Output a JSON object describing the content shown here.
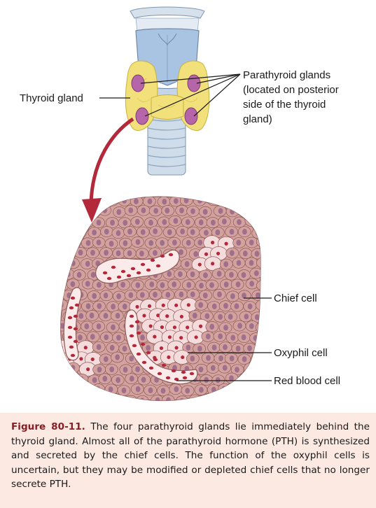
{
  "labels": {
    "thyroid_gland": "Thyroid gland",
    "parathyroid_lines": [
      "Parathyroid glands",
      "(located on posterior",
      "side of the thyroid",
      "gland)"
    ],
    "chief_cell": "Chief cell",
    "oxyphil_cell": "Oxyphil cell",
    "red_blood_cell": "Red blood cell"
  },
  "caption": {
    "figure_label": "Figure 80-11.",
    "text": " The four parathyroid glands lie immediately behind the thyroid gland. Almost all of the parathyroid hormone (PTH) is synthesized and secreted by the chief cells. The function of the oxyphil cells is uncertain, but they may be modified or depleted chief cells that no longer secrete PTH."
  },
  "colors": {
    "thyroid": "#f2e07a",
    "parathyroid": "#b565a8",
    "cartilage": "#a9c3e2",
    "trachea_rings": "#d8e3ef",
    "chief_cell": "#d4a29e",
    "nucleus": "#9f6f8c",
    "oxyphil": "#f5dcdc",
    "red_blood_cell": "#b3283a",
    "arrow": "#b3283a",
    "caption_bg": "#fbe9e2",
    "figure_label": "#8a1e24"
  }
}
